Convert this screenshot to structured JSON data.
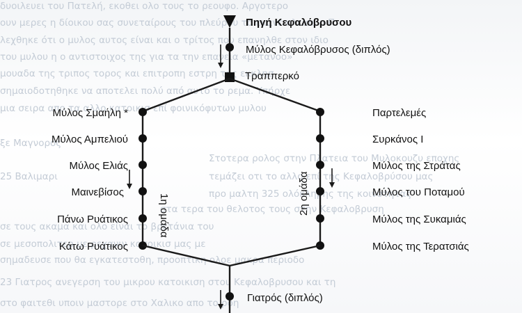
{
  "diagram": {
    "top_nodes": [
      {
        "id": "pigi",
        "label": "Πηγή Κεφαλόβρυσου"
      },
      {
        "id": "mylos-kefalovrysos",
        "label": "Μύλος Κεφαλόβρυσος (διπλός)"
      },
      {
        "id": "trapperko",
        "label": "Τραππερκό"
      }
    ],
    "group1": {
      "label": "1η ομάδα",
      "nodes": [
        {
          "label": "Μύλος Σμαήλη *"
        },
        {
          "label": "Μύλος Αμπελιού"
        },
        {
          "label": "Μύλος Ελιάς"
        },
        {
          "label": "Μαινεβίσος"
        },
        {
          "label": "Πάνω Ρυάτικος"
        },
        {
          "label": "Κάτω Ρυάτικος"
        }
      ]
    },
    "group2": {
      "label": "2η ομάδα",
      "nodes": [
        {
          "label": "Παρτελεμές"
        },
        {
          "label": "Συρκάνος Ι"
        },
        {
          "label": "Μύλος της Στράτας"
        },
        {
          "label": "Μύλος του Ποταμού"
        },
        {
          "label": "Μύλος της Συκαμιάς"
        },
        {
          "label": "Μύλος της Τερατσιάς"
        }
      ]
    },
    "bottom_node": {
      "label": "Γιατρός (διπλός)"
    }
  },
  "background_text": [
    "δυοιλευει του Πατελή, εκοθει ολο τους το ρεουφο. Αργοτερο",
    "ουν μερες η δίοικου σας συνεταίρους του πλεύρου το εκανε κλεισε ο Π",
    "λεχθηκε ότι ο μυλος αυτος είναι και ο τρίτος που επανηλθε στον ιδιο",
    "του μυλου η ο αντιστοιχος της για τα την επανεια «μετανοο»",
    "μουαδα της τριπος τορος και επιτροπη εστρη της εκκλησ",
    "σημαιοδοτηθηκε να αποτελει πολύ από αυτό το ρεμα. Υπήρχε",
    "μια σειρα απο τα αλλο κατοικισ επί φοινικόφυτων μυλου",
    "ξε Μαγνορος",
    "25 Βαλιμαρι",
    "Στοτερα ρολος στην Πλατεια του Μυλοκουζυ εποχης",
    "τεμάζει οτι το αλλο επί της Κεφαλοβρύσου μας",
    "προ μαλτη 325 ολόκληρης της κοινοτητας",
    "στα τερα του θελοτος τους στην Κεφαλοβρυση",
    "σε τους ακαμα και ολο είναι το βρετάνια του",
    "σε μεσοπολιτερ με ρεχανιν κατοικισ μας με",
    "σημαδευσε που θα εγκατεστοθη, προοπτικη ολοε μακρα περιοδο",
    "23 Γιατρος                 ανεγερση του μικρου κατοικιση στου Κεφαλοβρυσου και τη",
    "στο φαιτεθι υποιν μαστορε στο Χαλικο απο το ροη"
  ]
}
